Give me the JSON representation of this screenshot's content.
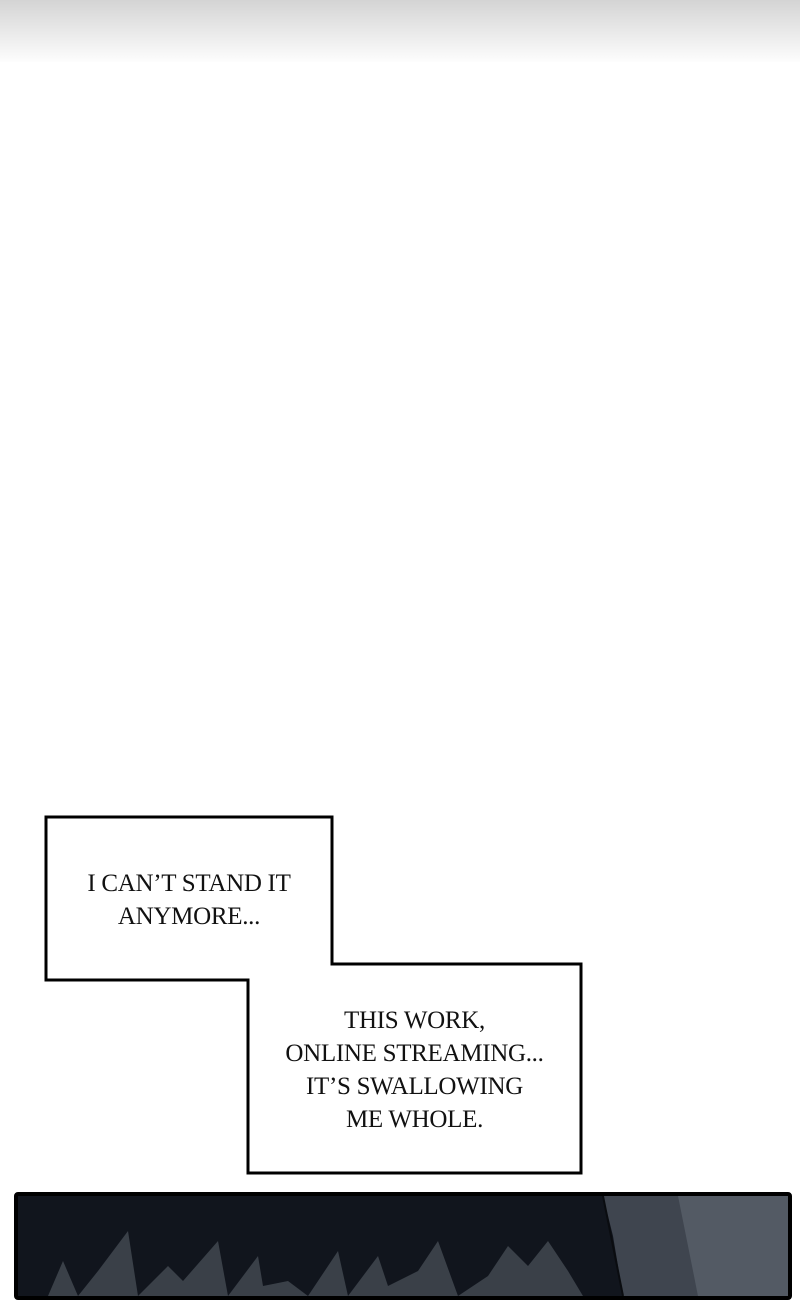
{
  "captions": [
    {
      "lines": [
        "I CAN’T STAND IT",
        "ANYMORE..."
      ]
    },
    {
      "lines": [
        "THIS WORK,",
        "ONLINE STREAMING...",
        "IT’S SWALLOWING",
        "ME WHOLE."
      ]
    }
  ],
  "colors": {
    "panel_bg": "#11151d",
    "caption_border": "#000000"
  }
}
